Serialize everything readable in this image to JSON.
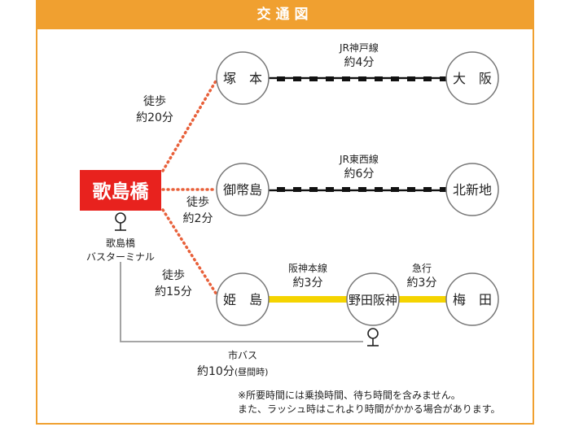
{
  "title": "交通図",
  "origin": {
    "name": "歌島橋",
    "bus_terminal": [
      "歌島橋",
      "バスターミナル"
    ]
  },
  "stations": {
    "tsukamoto": "塚　本",
    "osaka": "大　阪",
    "mitejima": "御幣島",
    "kitashinchi": "北新地",
    "himejima": "姫　島",
    "nodahanshin": "野田阪神",
    "umeda": "梅　田"
  },
  "walk": {
    "to_tsukamoto": [
      "徒歩",
      "約20分"
    ],
    "to_mitejima": [
      "徒歩",
      "約2分"
    ],
    "to_himejima": [
      "徒歩",
      "約15分"
    ]
  },
  "lines": {
    "kobe": [
      "JR神戸線",
      "約4分"
    ],
    "tozai": [
      "JR東西線",
      "約6分"
    ],
    "hanshin": [
      "阪神本線",
      "約3分"
    ],
    "express": [
      "急行",
      "約3分"
    ]
  },
  "bus": {
    "line1": "市バス",
    "line2": "約10分",
    "line2_note": "(昼間時)"
  },
  "notes": [
    "※所要時間には乗換時間、待ち時間を含みません。",
    "また、ラッシュ時はこれより時間がかかる場合があります。"
  ],
  "colors": {
    "header": "#f0a030",
    "origin": "#e8221e",
    "walk_path": "#e8603a",
    "hanshin": "#f5d400",
    "jr": "#111111"
  }
}
